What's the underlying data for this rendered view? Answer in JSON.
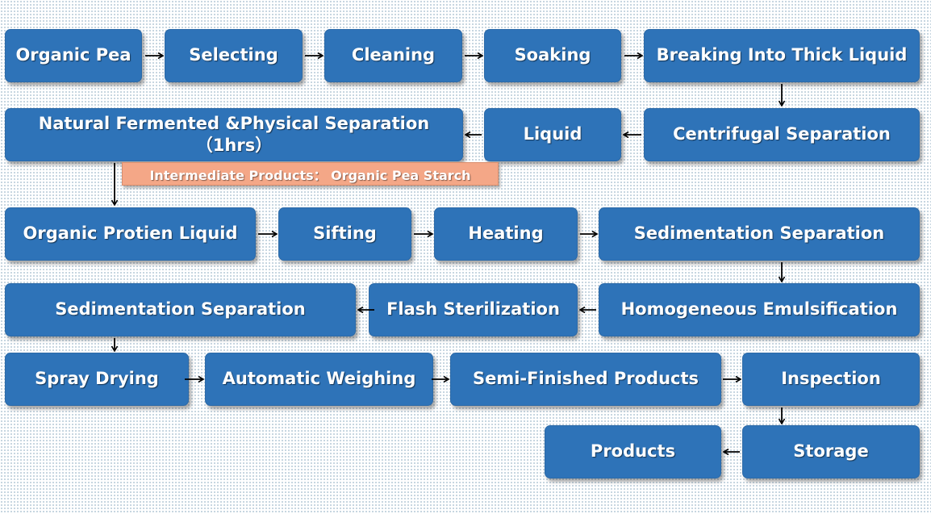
{
  "steps": {
    "s1": "Organic Pea",
    "s2": "Selecting",
    "s3": "Cleaning",
    "s4": "Soaking",
    "s5": "Breaking Into Thick Liquid",
    "s6": "Centrifugal Separation",
    "s7": "Liquid",
    "s8_line1": "Natural Fermented &Physical  Separation",
    "s8_line2": "（1hrs）",
    "s9": "Organic Protien Liquid",
    "s10": "Sifting",
    "s11": "Heating",
    "s12": "Sedimentation Separation",
    "s13": "Homogeneous Emulsification",
    "s14": "Flash Sterilization",
    "s15": "Sedimentation Separation",
    "s16": "Spray Drying",
    "s17": "Automatic Weighing",
    "s18": "Semi-Finished Products",
    "s19": "Inspection",
    "s20": "Storage",
    "s21": "Products"
  },
  "intermediate_note": "Intermediate Products：  Organic Pea Starch",
  "colors": {
    "box_fill": "#2e73b8",
    "note_fill": "#f4a787",
    "arrow": "#000000"
  }
}
